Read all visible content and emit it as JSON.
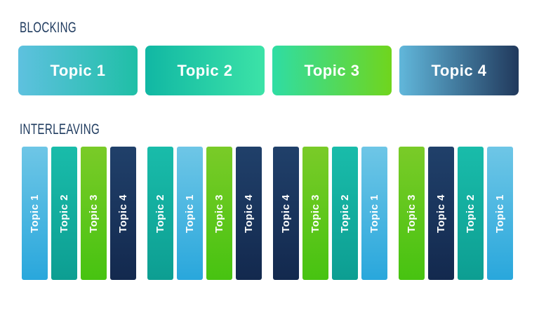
{
  "blocking": {
    "heading": "BLOCKING",
    "blocks": [
      {
        "topic": 1,
        "label": "Topic 1"
      },
      {
        "topic": 2,
        "label": "Topic 2"
      },
      {
        "topic": 3,
        "label": "Topic 3"
      },
      {
        "topic": 4,
        "label": "Topic 4"
      }
    ]
  },
  "interleaving": {
    "heading": "INTERLEAVING",
    "groups": [
      {
        "bars": [
          {
            "topic": 1,
            "label": "Topic 1"
          },
          {
            "topic": 2,
            "label": "Topic 2"
          },
          {
            "topic": 3,
            "label": "Topic 3"
          },
          {
            "topic": 4,
            "label": "Topic 4"
          }
        ]
      },
      {
        "bars": [
          {
            "topic": 2,
            "label": "Topic 2"
          },
          {
            "topic": 1,
            "label": "Topic 1"
          },
          {
            "topic": 3,
            "label": "Topic 3"
          },
          {
            "topic": 4,
            "label": "Topic 4"
          }
        ]
      },
      {
        "bars": [
          {
            "topic": 4,
            "label": "Topic 4"
          },
          {
            "topic": 3,
            "label": "Topic 3"
          },
          {
            "topic": 2,
            "label": "Topic 2"
          },
          {
            "topic": 1,
            "label": "Topic 1"
          }
        ]
      },
      {
        "bars": [
          {
            "topic": 3,
            "label": "Topic 3"
          },
          {
            "topic": 4,
            "label": "Topic 4"
          },
          {
            "topic": 2,
            "label": "Topic 2"
          },
          {
            "topic": 1,
            "label": "Topic 1"
          }
        ]
      }
    ]
  },
  "palette": {
    "css_vars": {
      "--heading-text": "#1e3a5e",
      "--label-text": "#ffffff",
      "--t1-block-from": "#5ec1df",
      "--t1-block-to": "#1fbfa6",
      "--t2-block-from": "#11b7a4",
      "--t2-block-to": "#3ce3a7",
      "--t3-block-from": "#2fdda4",
      "--t3-block-to": "#70d51d",
      "--t4-block-from": "#61b7db",
      "--t4-block-to": "#21395c",
      "--t1-bar-from": "#6ec6e6",
      "--t1-bar-to": "#29a7dc",
      "--t2-bar-from": "#19bcaa",
      "--t2-bar-to": "#0d9e92",
      "--t3-bar-from": "#7acb28",
      "--t3-bar-to": "#47c311",
      "--t4-bar-from": "#20406a",
      "--t4-bar-to": "#13294e"
    }
  }
}
